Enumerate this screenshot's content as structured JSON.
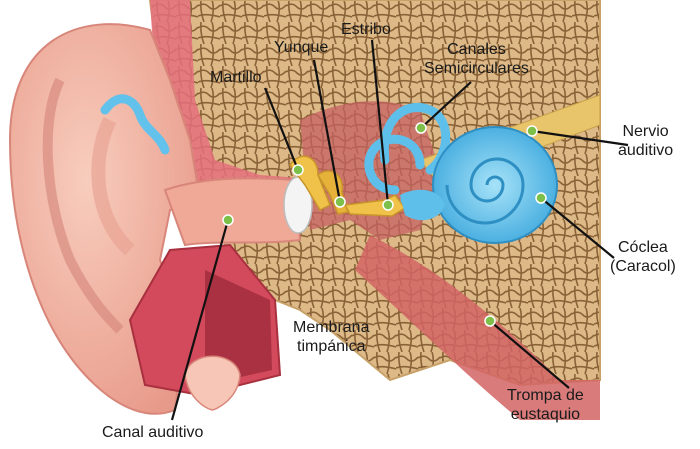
{
  "labels": {
    "martillo": "Martillo",
    "yunque": "Yunque",
    "estribo": "Estribo",
    "canales": {
      "line1": "Canales",
      "line2": "Semicirculares"
    },
    "nervio": {
      "line1": "Nervio",
      "line2": "auditivo"
    },
    "coclea": {
      "line1": "Cóclea",
      "line2": "(Caracol)"
    },
    "membrana": {
      "line1": "Membrana",
      "line2": "timpánica"
    },
    "trompa": {
      "line1": "Trompa de",
      "line2": "eustaquio"
    },
    "canal": "Canal auditivo"
  },
  "colors": {
    "skin": "#f2b6a6",
    "skin_dark": "#e58f82",
    "bone": "#d9b47a",
    "bone_mesh": "#8a6238",
    "cavity": "#c96060",
    "blue": "#5cc0ea",
    "marker": "#7cc04a"
  }
}
